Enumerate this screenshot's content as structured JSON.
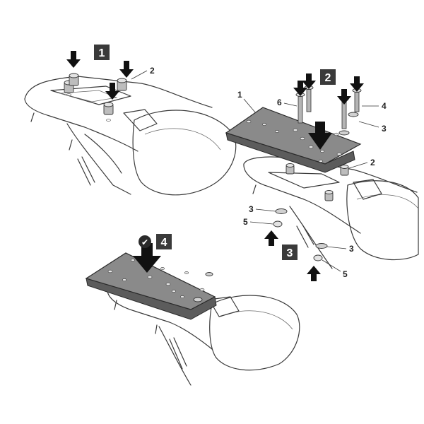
{
  "steps": {
    "step1": "1",
    "step2": "2",
    "step3": "3",
    "step4": "4"
  },
  "labels": {
    "s1_spacer": "2",
    "s2_plate": "1",
    "s2_bolt": "6",
    "s2_bolt_short": "4",
    "s2_washer_top": "3",
    "s2_spacer": "2",
    "s3_washer_a": "3",
    "s3_nut_a": "5",
    "s3_washer_b": "3",
    "s3_nut_b": "5"
  },
  "check_mark": "✔",
  "colors": {
    "badge_bg": "#3a3a3a",
    "plate": "#7d7d7d",
    "arrow": "#111111"
  }
}
